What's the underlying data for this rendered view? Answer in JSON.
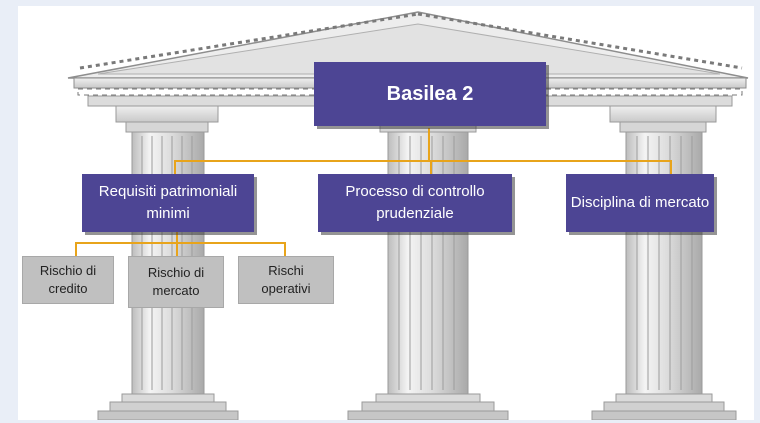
{
  "diagram": {
    "root": {
      "label": "Basilea 2"
    },
    "pillars": [
      {
        "id": "requisiti",
        "label": "Requisiti patrimoniali minimi"
      },
      {
        "id": "processo",
        "label": "Processo di controllo prudenziale"
      },
      {
        "id": "disciplina",
        "label": "Disciplina di mercato"
      }
    ],
    "risks": [
      {
        "label": "Rischio di credito"
      },
      {
        "label": "Rischio di mercato"
      },
      {
        "label": "Rischi operativi"
      }
    ]
  },
  "colors": {
    "box_main": "#4d4594",
    "box_sub": "#c0c0c0",
    "connector": "#e8a41b",
    "stone": "#d9d9d9"
  }
}
